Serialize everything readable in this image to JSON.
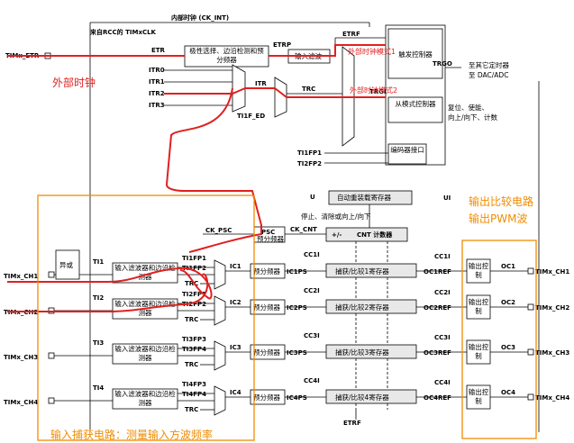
{
  "labels": {
    "internal_clock": "内部时钟 (CK_INT)",
    "rcc_clock": "来自RCC的 TIMxCLK",
    "etr": "ETR",
    "etrp": "ETRP",
    "etrf": "ETRF",
    "itr0": "ITR0",
    "itr1": "ITR1",
    "itr2": "ITR2",
    "itr3": "ITR3",
    "itr": "ITR",
    "trc": "TRC",
    "ti1f_ed": "TI1F_ED",
    "trgi": "TRGI",
    "ti1fp1": "TI1FP1",
    "ti2fp2": "TI2FP2",
    "trgo": "TRGO",
    "trgo_dest1": "至其它定时器",
    "trgo_dest2": "至 DAC/ADC",
    "reset_note": "复位、使能、",
    "updown_note": "向上/向下、计数",
    "u": "U",
    "ui": "UI",
    "stop_note": "停止、清除或向上/向下",
    "ck_psc": "CK_PSC",
    "ck_cnt": "CK_CNT",
    "plusminus": "+/-",
    "cnt_counter": "CNT 计数器",
    "xor": "异或",
    "etrf_bottom": "ETRF",
    "trc_out": "TRC"
  },
  "blocks": {
    "polarity": "极性选择、边沿检测和预分频器",
    "input_filter": "输入滤波",
    "trigger_ctrl": "触发控制器",
    "slave_ctrl": "从模式控制器",
    "encoder": "编码器接口",
    "auto_reload": "自动重装载寄存器",
    "psc": "PSC",
    "psc_sub": "预分频器"
  },
  "annotations": {
    "ext_clock": "外部时钟",
    "ext_mode1": "外部时钟模式1",
    "ext_mode2": "外部时钟模式2",
    "output_circuit1": "输出比较电路",
    "output_circuit2": "输出PWM波",
    "input_circuit": "输入捕获电路：测量输入方波频率"
  },
  "channels": [
    {
      "pin": "TIMx_CH1",
      "ti": "TI1",
      "fp_a": "TI1FP1",
      "fp_b": "TI1FP2",
      "ic": "IC1",
      "icps": "IC1PS",
      "cci": "CC1I",
      "ccr": "捕获/比较1寄存器",
      "ocref": "OC1REF",
      "oc": "OC1",
      "out_pin": "TIMx_CH1",
      "in_label": "TIMx_CH1"
    },
    {
      "pin": "TIMx_CH2",
      "ti": "TI2",
      "fp_a": "TI2FP1",
      "fp_b": "TI2FP2",
      "ic": "IC2",
      "icps": "IC2PS",
      "cci": "CC2I",
      "ccr": "捕获/比较2寄存器",
      "ocref": "OC2REF",
      "oc": "OC2",
      "out_pin": "TIMx_CH2",
      "in_label": "TIMx_CH2"
    },
    {
      "pin": "TIMx_CH3",
      "ti": "TI3",
      "fp_a": "TI3FP3",
      "fp_b": "TI3FP4",
      "ic": "IC3",
      "icps": "IC3PS",
      "cci": "CC3I",
      "ccr": "捕获/比较3寄存器",
      "ocref": "OC3REF",
      "oc": "OC3",
      "out_pin": "TIMx_CH3",
      "in_label": "TIMx_CH3"
    },
    {
      "pin": "TIMx_CH4",
      "ti": "TI4",
      "fp_a": "TI4FP3",
      "fp_b": "TI4FP4",
      "ic": "IC4",
      "icps": "IC4PS",
      "cci": "CC4I",
      "ccr": "捕获/比较4寄存器",
      "ocref": "OC4REF",
      "oc": "OC4",
      "out_pin": "TIMx_CH4",
      "in_label": "TIMx_CH4"
    }
  ],
  "channel_blocks": {
    "filter": "输入滤波器和边沿检测器",
    "prescaler": "预分频器",
    "output_ctrl": "输出控制"
  },
  "pins": {
    "etr_pin": "TIMx_ETR"
  },
  "colors": {
    "red_annotation": "#e02020",
    "orange_annotation": "#f08c00"
  }
}
